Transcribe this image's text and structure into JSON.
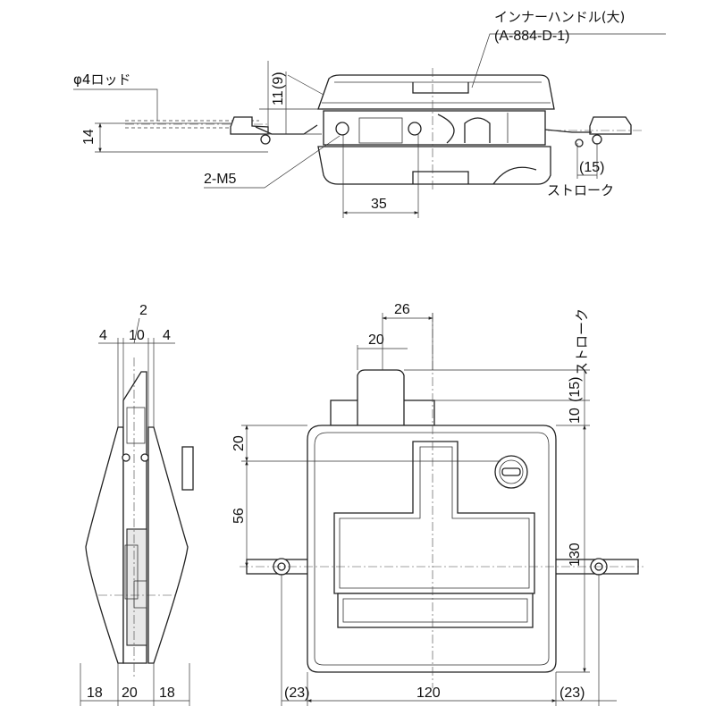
{
  "top_view": {
    "part_name": "インナーハンドル(大)",
    "part_code": "(A-884-D-1)",
    "rod": "φ4ロッド",
    "dim_11": "11",
    "dim_9": "(9)",
    "dim_14": "14",
    "screws": "2-M5",
    "dim_35": "35",
    "stroke_value": "(15)",
    "stroke_label": "ストローク"
  },
  "side_view": {
    "dim_2": "2",
    "dim_4_left": "4",
    "dim_10": "10",
    "dim_4_right": "4",
    "dim_18_left": "18",
    "dim_20": "20",
    "dim_18_right": "18"
  },
  "front_view": {
    "dim_26": "26",
    "dim_20_top": "20",
    "dim_20_left": "20",
    "dim_56": "56",
    "dim_10": "10",
    "dim_15": "(15)",
    "stroke_label": "ストローク",
    "dim_130": "130",
    "dim_23_left": "(23)",
    "dim_120": "120",
    "dim_23_right": "(23)"
  }
}
